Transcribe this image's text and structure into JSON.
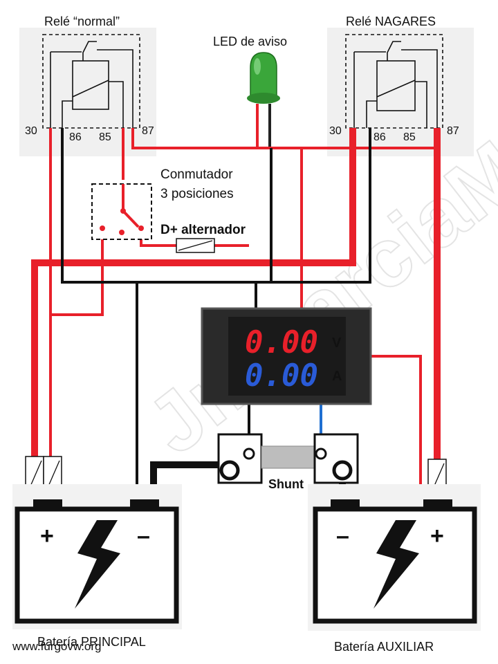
{
  "relay_normal": {
    "title": "Relé “normal”",
    "pins": [
      "30",
      "86",
      "85",
      "87"
    ]
  },
  "relay_nagares": {
    "title": "Relé NAGARES",
    "pins": [
      "30",
      "86",
      "85",
      "87"
    ]
  },
  "led": {
    "label": "LED de aviso",
    "color": "#2e9e2e"
  },
  "switch": {
    "line1": "Conmutador",
    "line2": "3 posiciones"
  },
  "alternator": {
    "label": "D+ alternador"
  },
  "meter": {
    "voltage": "0.00",
    "voltage_unit": "V",
    "current": "0.00",
    "current_unit": "A",
    "voltage_color": "#e8202a",
    "current_color": "#2a5bd7"
  },
  "shunt": {
    "label": "Shunt"
  },
  "battery_main": {
    "label": "Batería PRINCIPAL",
    "plus": "+",
    "minus": "–"
  },
  "battery_aux": {
    "label": "Batería AUXILIAR",
    "plus": "+",
    "minus": "–"
  },
  "watermark": "JmGarciaM",
  "footer": {
    "site": "www.furgovw.org"
  },
  "colors": {
    "wire_positive": "#e8202a",
    "wire_negative": "#111111",
    "wire_signal": "#1f6fd1"
  }
}
